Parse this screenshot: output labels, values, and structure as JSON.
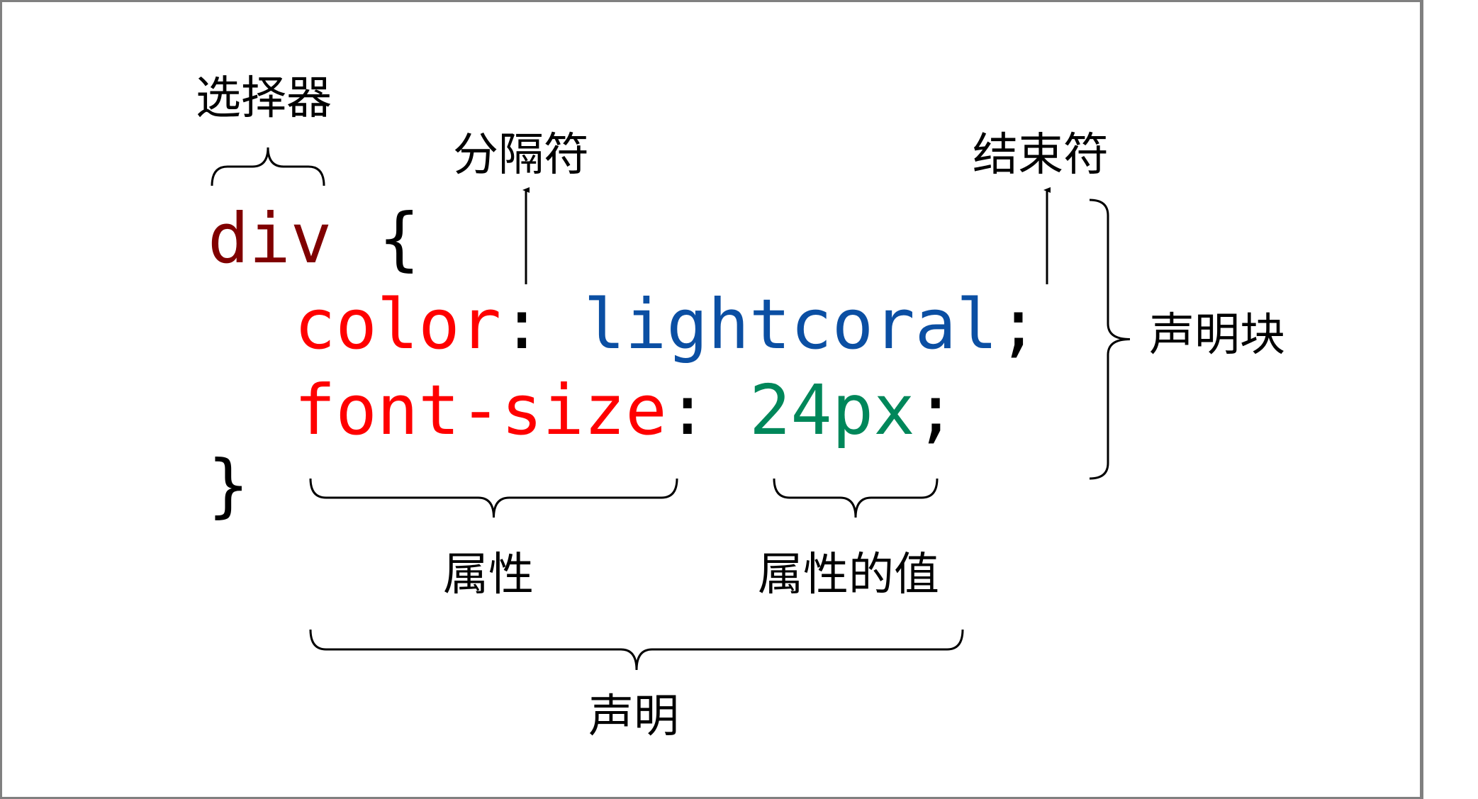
{
  "labels": {
    "selector": "选择器",
    "separator": "分隔符",
    "terminator": "结束符",
    "declaration_block": "声明块",
    "property": "属性",
    "property_value": "属性的值",
    "declaration": "声明"
  },
  "code": {
    "selector": "div",
    "open_brace": "{",
    "line1": {
      "property": "color",
      "colon": ":",
      "value": "lightcoral",
      "semicolon": ";"
    },
    "line2": {
      "property": "font-size",
      "colon": ":",
      "value": "24px",
      "semicolon": ";"
    },
    "close_brace": "}"
  },
  "colors": {
    "selector": "#800000",
    "property": "#ff0000",
    "value_keyword": "#0b4fa3",
    "value_number": "#00875a",
    "punctuation": "#000000",
    "frame": "#808080"
  }
}
